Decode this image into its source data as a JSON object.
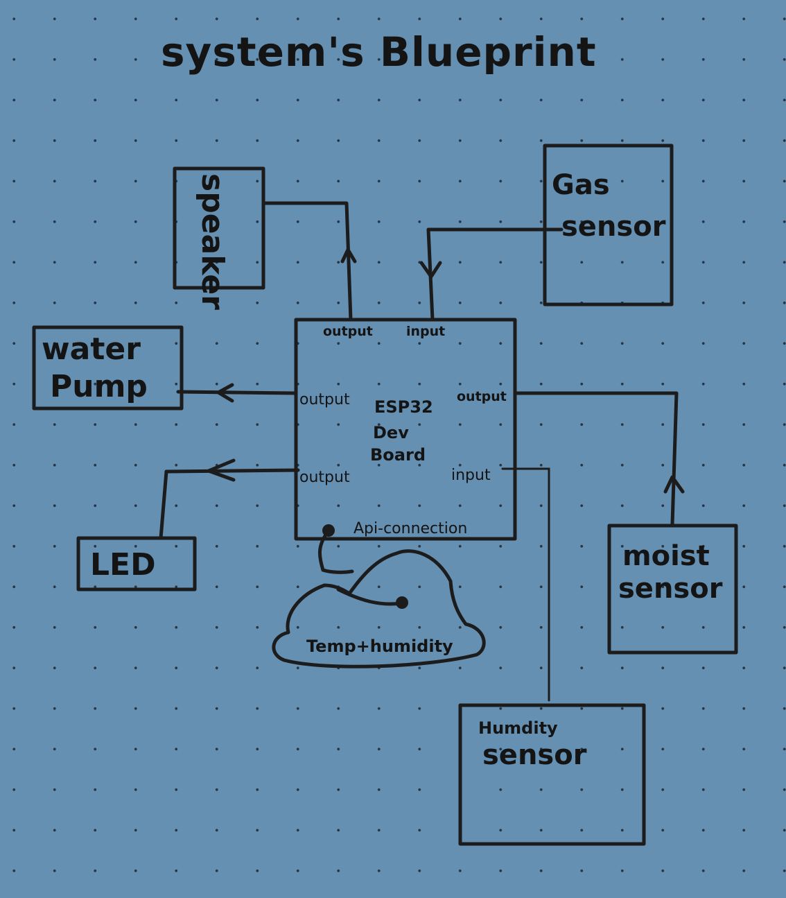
{
  "title": "system's Blueprint",
  "nodes": {
    "speaker": "speaker",
    "gas_sensor_line1": "Gas",
    "gas_sensor_line2": "sensor",
    "water_pump_line1": "water",
    "water_pump_line2": "Pump",
    "led": "LED",
    "moist_sensor_line1": "moist",
    "moist_sensor_line2": "sensor",
    "humidity_sensor_line1": "Humdity",
    "humidity_sensor_line2": "sensor",
    "cloud": "Temp+humidity"
  },
  "board": {
    "name_line1": "ESP32",
    "name_line2": "Dev",
    "name_line3": "Board",
    "port_top_output": "output",
    "port_top_input": "input",
    "port_left_output_upper": "output",
    "port_left_output_lower": "output",
    "port_right_output": "output",
    "port_right_input": "input",
    "port_bottom": "Api-connection"
  },
  "ink_color": "#1c1c1c",
  "background_color": "#6590b2"
}
